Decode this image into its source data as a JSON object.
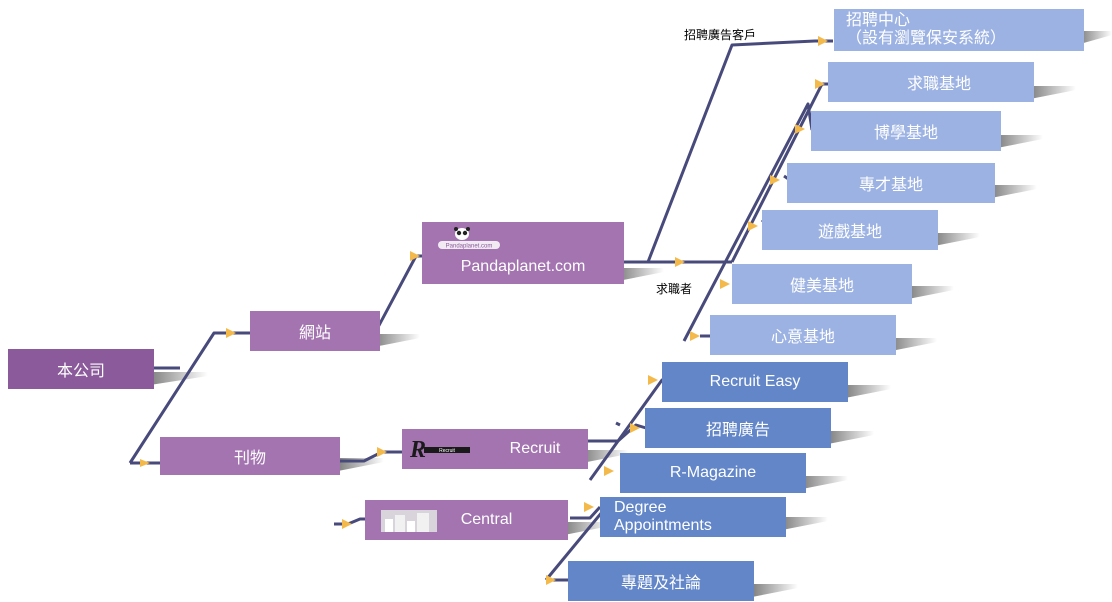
{
  "diagram": {
    "root": "本公司",
    "website": "網站",
    "publications": "刊物",
    "pandaplanet": "Pandaplanet.com",
    "panda_logo_text": "Pandaplanet.com",
    "recruit": "Recruit",
    "recruit_logo_text": "Recruit",
    "central": "Central",
    "advertiser_clients": "招聘廣告客戶",
    "jobseekers": "求職者",
    "recruitment_centre": [
      "招聘中心",
      "（設有瀏覽保安系統）"
    ],
    "job_base": "求職基地",
    "learning_base": "博學基地",
    "talent_base": "專才基地",
    "game_base": "遊戲基地",
    "fitness_base": "健美基地",
    "heart_base": "心意基地",
    "recruit_easy": "Recruit Easy",
    "recruitment_ads": "招聘廣告",
    "r_magazine": "R-Magazine",
    "degree_appointments": [
      "Degree",
      "Appointments"
    ],
    "features_editorials": "專題及社論"
  }
}
